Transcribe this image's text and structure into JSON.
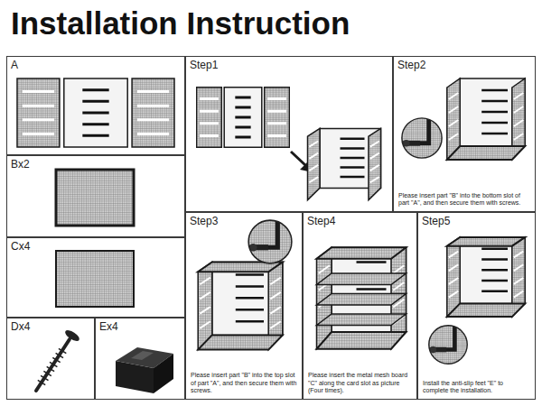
{
  "diagram": {
    "title": "Installation Instruction",
    "nodes": [
      {
        "text": [
          "A"
        ]
      },
      {
        "text": [
          "Bx2"
        ]
      },
      {
        "text": [
          "Cx4"
        ]
      },
      {
        "text": [
          "Dx4"
        ]
      },
      {
        "text": [
          "Ex4"
        ]
      },
      {
        "text": [
          "Step1"
        ]
      },
      {
        "text": [
          "Step2",
          "Please insert part \"B\" into the bottom slot of part \"A\", and then secure them with screws."
        ]
      },
      {
        "text": [
          "Step3",
          "Please insert part \"B\" into the top slot of part \"A\", and then secure them with screws."
        ]
      },
      {
        "text": [
          "Step4",
          "Please insert the metal mesh board \"C\" along the card slot as picture (Four times)."
        ]
      },
      {
        "text": [
          "Step5",
          "Install the anti-slip feet \"E\" to complete the installation."
        ]
      }
    ]
  }
}
